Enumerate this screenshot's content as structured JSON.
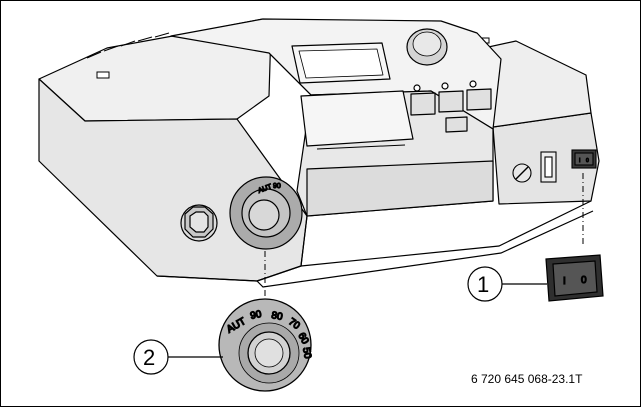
{
  "callouts": {
    "switch_number": "1",
    "dial_number": "2"
  },
  "dial": {
    "mark_aut": "AUT",
    "mark_90": "90",
    "mark_80": "80",
    "mark_70": "70",
    "mark_60": "60",
    "mark_50": "50"
  },
  "switch": {
    "off": "0",
    "on": "I"
  },
  "figure_code": "6 720 645 068-23.1T",
  "colors": {
    "body": "#ececec",
    "shade": "#d0d0d0",
    "dark": "#cfcfcf",
    "switch": "#3a3a3a",
    "dial": "#b8b8b8"
  }
}
